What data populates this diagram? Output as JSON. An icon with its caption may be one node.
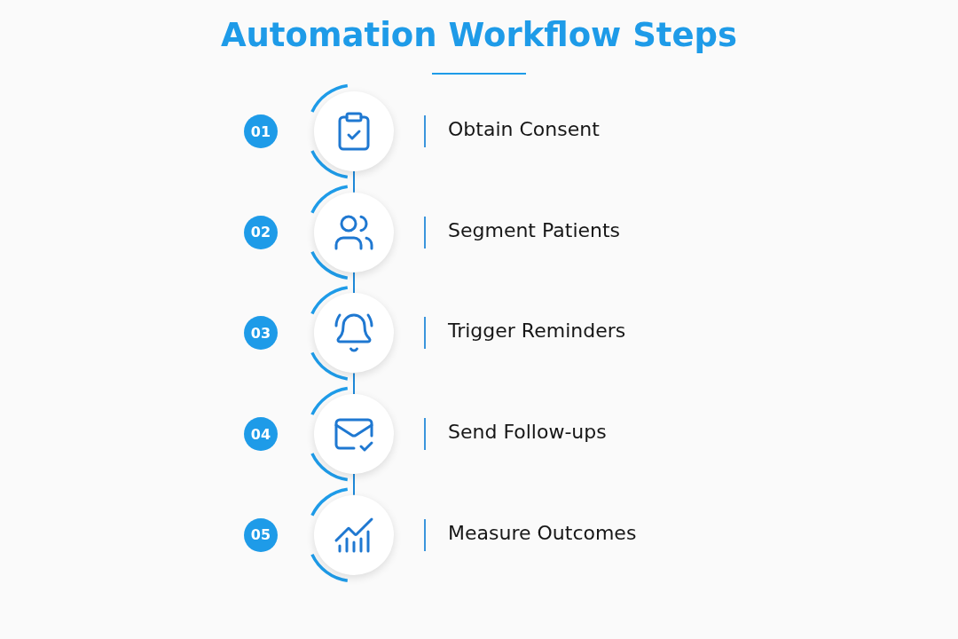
{
  "diagram": {
    "title": "Automation Workflow Steps",
    "nodes": [
      {
        "text": [
          "01",
          "Obtain Consent"
        ]
      },
      {
        "text": [
          "02",
          "Segment Patients"
        ]
      },
      {
        "text": [
          "03",
          "Trigger Reminders"
        ]
      },
      {
        "text": [
          "04",
          "Send Follow-ups"
        ]
      },
      {
        "text": [
          "05",
          "Measure Outcomes"
        ]
      }
    ],
    "edges": [
      {
        "from": 0,
        "to": 1,
        "arrow": "none"
      },
      {
        "from": 1,
        "to": 2,
        "arrow": "none"
      },
      {
        "from": 2,
        "to": 3,
        "arrow": "none"
      },
      {
        "from": 3,
        "to": 4,
        "arrow": "none"
      }
    ]
  }
}
